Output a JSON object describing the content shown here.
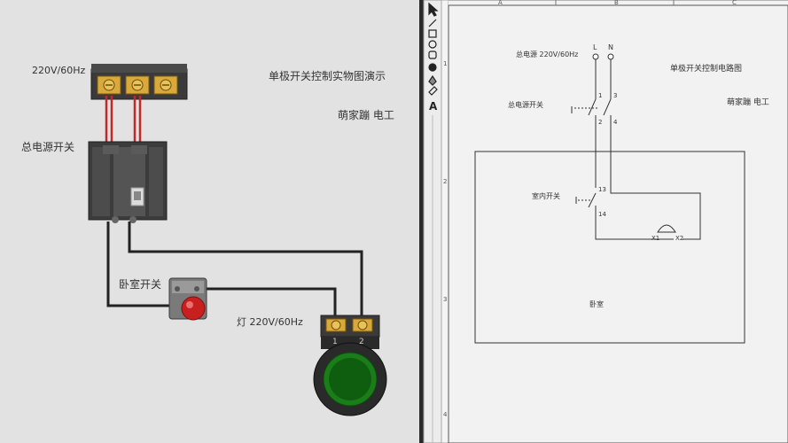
{
  "left_panel": {
    "supply_label": "220V/60Hz",
    "title": "单极开关控制实物图演示",
    "author": "萌家蹦 电工",
    "main_switch_label": "总电源开关",
    "bedroom_switch_label": "卧室开关",
    "lamp_label": "灯 220V/60Hz",
    "lamp_terminals": [
      "1",
      "2"
    ]
  },
  "toolbar": {
    "tools": [
      "select-arrow",
      "line",
      "rectangle",
      "circle",
      "filled-circle",
      "eraser",
      "fill",
      "text"
    ],
    "text_tool_label": "A"
  },
  "right_panel": {
    "col_headers": [
      "A",
      "B",
      "C"
    ],
    "row_numbers": [
      "1",
      "2",
      "3",
      "4"
    ],
    "supply_label": "总电源 220V/60Hz",
    "L": "L",
    "N": "N",
    "title": "单极开关控制电路图",
    "author": "萌家蹦 电工",
    "main_switch_label": "总电源开关",
    "terminal_1": "1",
    "terminal_3": "3",
    "terminal_2": "2",
    "terminal_4": "4",
    "terminal_13": "13",
    "terminal_14": "14",
    "indoor_switch_label": "室内开关",
    "room_label": "卧室",
    "lamp_x1": "X1",
    "lamp_x2": "X2"
  }
}
